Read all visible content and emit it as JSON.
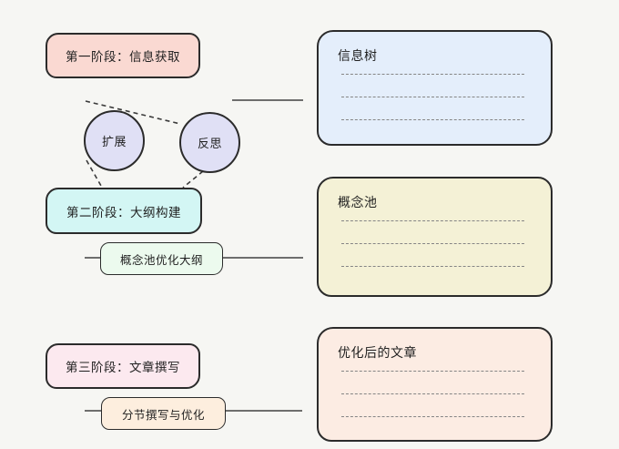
{
  "diagram": {
    "background_color": "#f6f6f3",
    "stroke_color": "#2b2b2b",
    "stages": [
      {
        "label": "第一阶段：信息获取",
        "fill": "#fad9d2"
      },
      {
        "label": "第二阶段：大纲构建",
        "fill": "#d3f6f4"
      },
      {
        "label": "第三阶段：文章撰写",
        "fill": "#fce9ef"
      }
    ],
    "circles": [
      {
        "label": "扩展",
        "fill": "#e0e0f5"
      },
      {
        "label": "反思",
        "fill": "#e0e0f5"
      }
    ],
    "process_labels": [
      {
        "label": "概念池优化大纲",
        "fill": "#ecfaee"
      },
      {
        "label": "分节撰写与优化",
        "fill": "#fdeede"
      }
    ],
    "panels": [
      {
        "title": "信息树",
        "fill": "#e4eefb"
      },
      {
        "title": "概念池",
        "fill": "#f4f1d6"
      },
      {
        "title": "优化后的文章",
        "fill": "#fcece3"
      }
    ]
  }
}
